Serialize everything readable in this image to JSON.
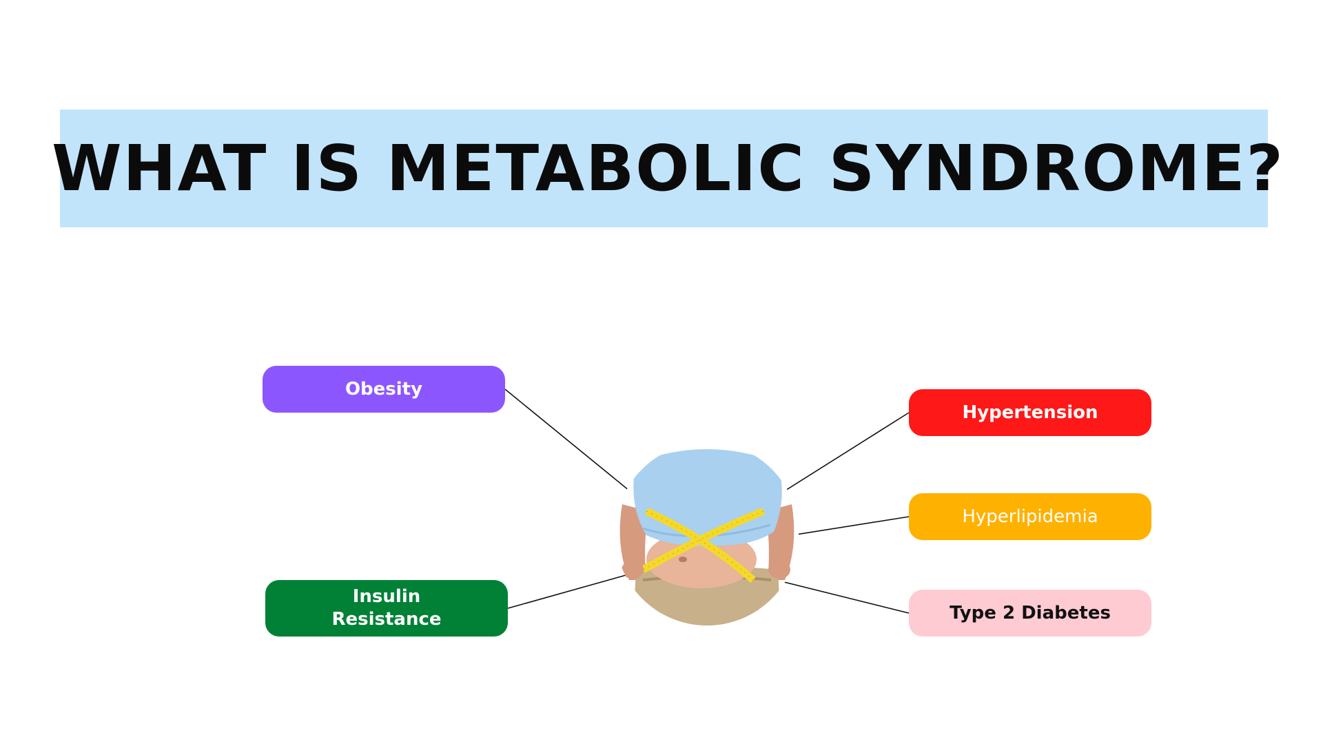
{
  "title": "WHAT IS METABOLIC SYNDROME?",
  "colors": {
    "title_band": "#c2e4fb",
    "title_text": "#0b0b0b",
    "connector": "#111111"
  },
  "center_image": {
    "icon": "waist-measuring-tape-icon"
  },
  "labels": {
    "obesity": {
      "text": "Obesity",
      "bg": "#8c56ff",
      "fg": "#ffffff"
    },
    "insulin_resistance": {
      "text": "Insulin\nResistance",
      "bg": "#018136",
      "fg": "#ffffff"
    },
    "hypertension": {
      "text": "Hypertension",
      "bg": "#ff1818",
      "fg": "#ffffff"
    },
    "hyperlipidemia": {
      "text": "Hyperlipidemia",
      "bg": "#ffb100",
      "fg": "#ffffff"
    },
    "type2_diabetes": {
      "text": "Type 2 Diabetes",
      "bg": "#ffcbd2",
      "fg": "#111111"
    }
  }
}
